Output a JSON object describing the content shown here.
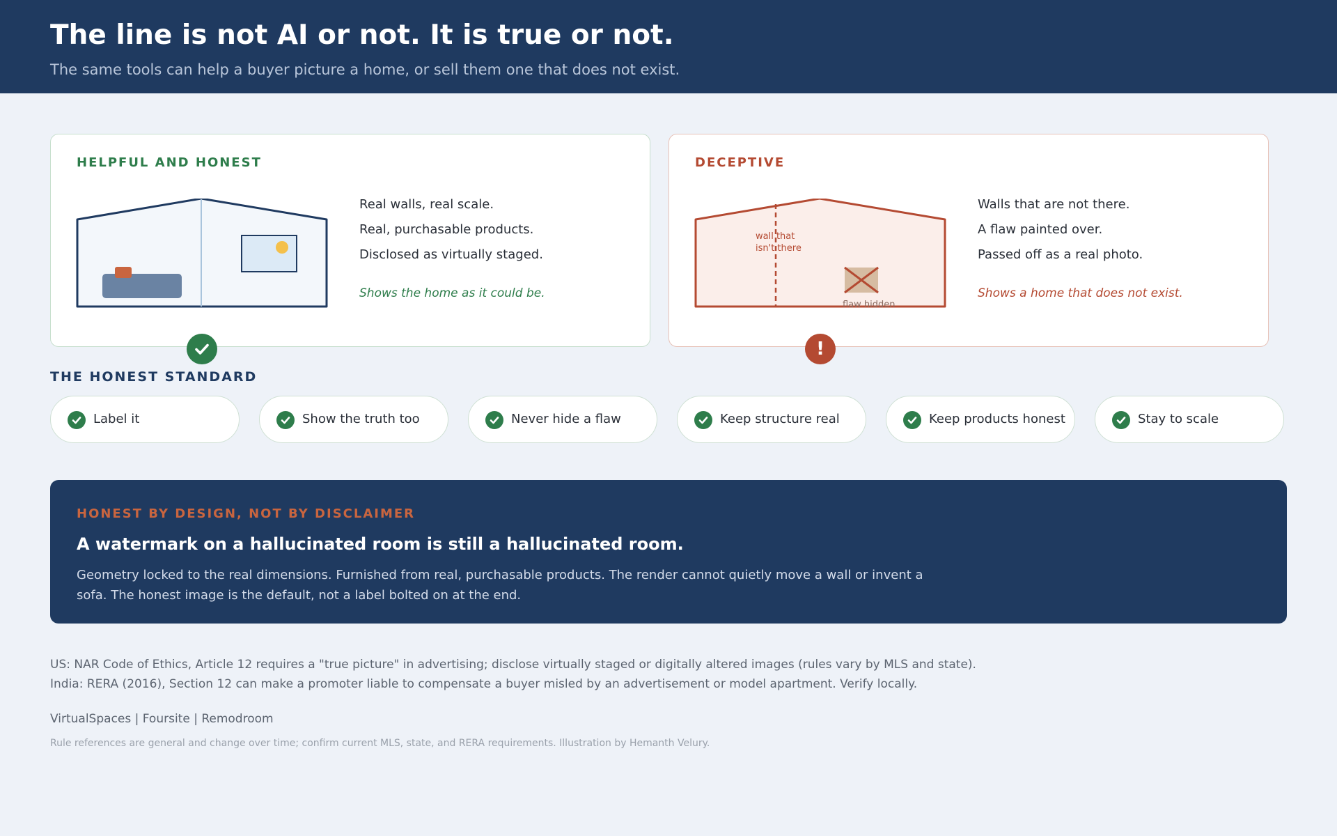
{
  "header": {
    "title": "The line is not AI or not. It is true or not.",
    "subtitle": "The same tools can help a buyer picture a home, or sell them one that does not exist."
  },
  "cards": {
    "honest": {
      "kicker": "HELPFUL AND HONEST",
      "lines": [
        "Real walls, real scale.",
        "Real, purchasable products.",
        "Disclosed as virtually staged."
      ],
      "caption": "Shows the home as it could be.",
      "badge_icon": "check-icon",
      "accent": "#2e7d4b"
    },
    "deceptive": {
      "kicker": "DECEPTIVE",
      "lines": [
        "Walls that are not there.",
        "A flaw painted over.",
        "Passed off as a real photo."
      ],
      "caption": "Shows a home that does not exist.",
      "illustration_labels": {
        "fake_wall_line1": "wall that",
        "fake_wall_line2": "isn't there",
        "flaw": "flaw hidden"
      },
      "badge_text": "!",
      "accent": "#b44a32"
    }
  },
  "standard": {
    "heading": "THE HONEST STANDARD",
    "items": [
      {
        "label": "Label it"
      },
      {
        "label": "Show the truth too"
      },
      {
        "label": "Never hide a flaw"
      },
      {
        "label": "Keep structure real"
      },
      {
        "label": "Keep products honest"
      },
      {
        "label": "Stay to scale"
      }
    ]
  },
  "banner": {
    "kicker": "HONEST BY DESIGN, NOT BY DISCLAIMER",
    "headline": "A watermark on a hallucinated room is still a hallucinated room.",
    "body": "Geometry locked to the real dimensions. Furnished from real, purchasable products. The render cannot quietly move a wall or invent a sofa. The honest image is the default, not a label bolted on at the end."
  },
  "notes": {
    "us": "US: NAR Code of Ethics, Article 12 requires a \"true picture\" in advertising; disclose virtually staged or digitally altered images (rules vary by MLS and state).",
    "india": "India: RERA (2016), Section 12 can make a promoter liable to compensate a buyer misled by an advertisement or model apartment. Verify locally."
  },
  "brands": "VirtualSpaces | Foursite | Remodroom",
  "fineprint": "Rule references are general and change over time; confirm current MLS, state, and RERA requirements. Illustration by Hemanth Velury.",
  "colors": {
    "navy": "#1f3a60",
    "green": "#2e7d4b",
    "red": "#b44a32",
    "orange": "#c9653f",
    "background": "#eef2f8"
  }
}
